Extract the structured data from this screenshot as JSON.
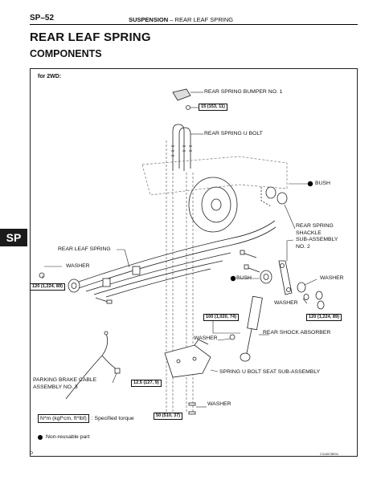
{
  "header": {
    "page_number": "SP–52",
    "section": "SUSPENSION",
    "separator": "–",
    "subsection": "REAR LEAF SPRING"
  },
  "page_title": "REAR LEAF SPRING",
  "section_title": "COMPONENTS",
  "side_tab": "SP",
  "diagram": {
    "variant": "for 2WD:",
    "labels": {
      "bumper": "REAR SPRING BUMPER NO. 1",
      "u_bolt": "REAR SPRING U BOLT",
      "bush_top": "BUSH",
      "shackle": "REAR SPRING\nSHACKLE\nSUB-ASSEMBLY\nNO. 2",
      "leaf_spring": "REAR LEAF SPRING",
      "washer_left": "WASHER",
      "bush_mid": "BUSH",
      "washer_right_top": "WASHER",
      "washer_right_bottom": "WASHER",
      "shock": "REAR SHOCK ABSORBER",
      "washer_mid": "WASHER",
      "seat": "SPRING U BOLT SEAT SUB-ASSEMBLY",
      "parking_cable": "PARKING BRAKE CABLE\nASSEMBLY NO. 3",
      "washer_bottom": "WASHER"
    },
    "torques": {
      "bumper": "15 (153, 11)",
      "left_front": "120 (1,224, 89)",
      "right_shackle": "120 (1,224, 89)",
      "shock_upper": "100 (1,020, 74)",
      "cable": "12.5 (127, 9)",
      "bottom": "50 (510, 37)"
    }
  },
  "legend": {
    "torque_unit": "N*m (kgf*cm, ft*lbf)",
    "torque_desc": ": Specified torque",
    "non_reusable": "Non-reusable part"
  },
  "footer": {
    "page_marker": "P",
    "code": "C114578E01"
  }
}
